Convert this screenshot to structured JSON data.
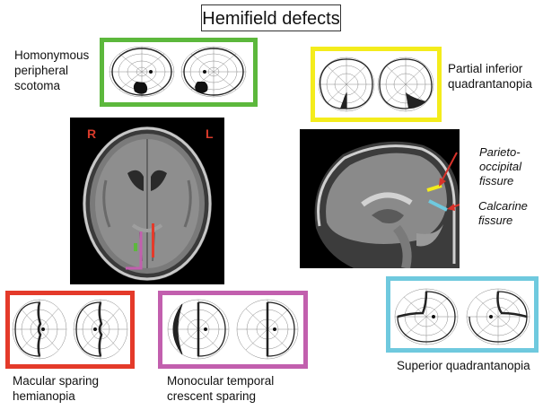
{
  "title": "Hemifield defects",
  "colors": {
    "green": "#5cb83c",
    "yellow": "#f4ec1c",
    "red": "#e43a2a",
    "magenta": "#c25fae",
    "cyan": "#6fc9de",
    "arrow_red": "#d8322a"
  },
  "panels": {
    "homonymous": {
      "caption": "Homonymous\nperipheral\nscotoma"
    },
    "inferior": {
      "caption": "Partial inferior\nquadrantanopia"
    },
    "macular": {
      "caption": "Macular sparing\nhemianopia"
    },
    "monocular": {
      "caption": "Monocular temporal\ncrescent sparing"
    },
    "superior": {
      "caption": "Superior quadrantanopia"
    }
  },
  "axial_mri": {
    "label_right": "R",
    "label_left": "L"
  },
  "sagittal_mri": {
    "annotations": [
      "Parieto-\noccipital\nfissure",
      "Calcarine\nfissure"
    ]
  }
}
